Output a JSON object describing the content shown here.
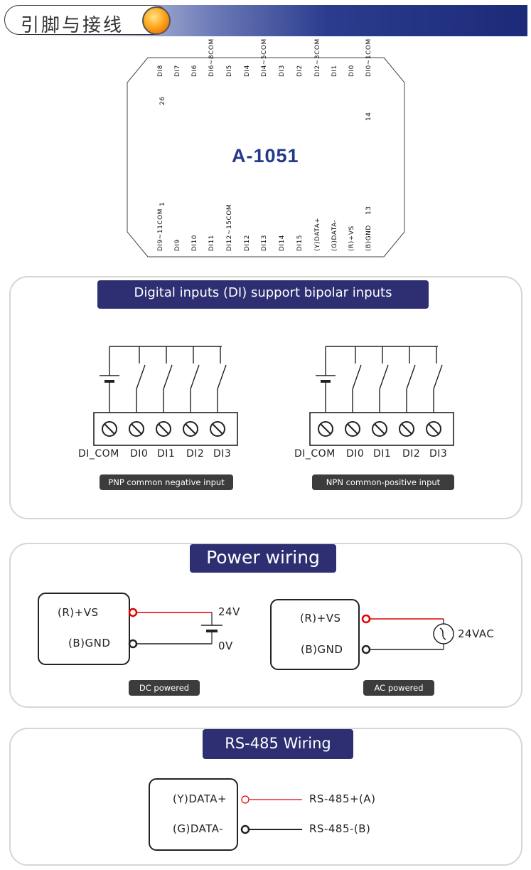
{
  "header": {
    "title": "引脚与接线"
  },
  "module": {
    "model": "A-1051",
    "top_pins": [
      "DI8",
      "DI7",
      "DI6",
      "DI6~8COM",
      "DI5",
      "DI4",
      "DI4~5COM",
      "DI3",
      "DI2",
      "DI2~3COM",
      "DI1",
      "DI0",
      "DI0~1COM"
    ],
    "top_pin_numbers": {
      "first": "26",
      "last": "14"
    },
    "bottom_pins": [
      "DI9~11COM",
      "DI9",
      "DI10",
      "DI11",
      "DI12~15COM",
      "DI12",
      "DI13",
      "DI14",
      "DI15",
      "(Y)DATA+",
      "(G)DATA-",
      "(R)+VS",
      "(B)GND"
    ],
    "bottom_pin_numbers": {
      "first": "1",
      "last": "13"
    }
  },
  "di_panel": {
    "title": "Digital inputs (DI) support bipolar inputs",
    "terminal_labels": [
      "DI_COM",
      "DI0",
      "DI1",
      "DI2",
      "DI3"
    ],
    "pnp_caption": "PNP common negative input",
    "npn_caption": "NPN common-positive input"
  },
  "power_panel": {
    "title": "Power wiring",
    "vs_label": "(R)+VS",
    "gnd_label": "(B)GND",
    "dc_pos": "24V",
    "dc_neg": "0V",
    "ac_label": "24VAC",
    "dc_caption": "DC powered",
    "ac_caption": "AC powered",
    "colors": {
      "positive_wire": "#e00000",
      "ground_wire": "#222222"
    }
  },
  "rs485_panel": {
    "title": "RS-485 Wiring",
    "data_plus": "(Y)DATA+",
    "data_minus": "(G)DATA-",
    "bus_plus": "RS-485+(A)",
    "bus_minus": "RS-485-(B)"
  }
}
